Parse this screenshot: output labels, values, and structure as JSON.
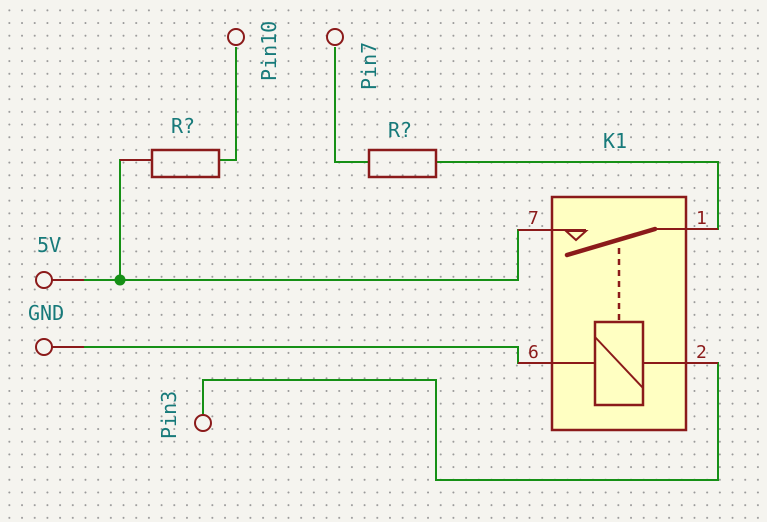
{
  "labels": {
    "pin10": "Pin10",
    "pin7": "Pin7",
    "pin3": "Pin3",
    "net_5v": "5V",
    "net_gnd": "GND",
    "r_left": "R?",
    "r_right": "R?",
    "relay": "K1"
  },
  "relay_pins": {
    "p7": "7",
    "p1": "1",
    "p6": "6",
    "p2": "2"
  },
  "colors": {
    "wire": "#169016",
    "component": "#8b1a1a",
    "label": "#177a7a",
    "relay_fill": "#ffffc2",
    "background": "#f5f4ef"
  }
}
